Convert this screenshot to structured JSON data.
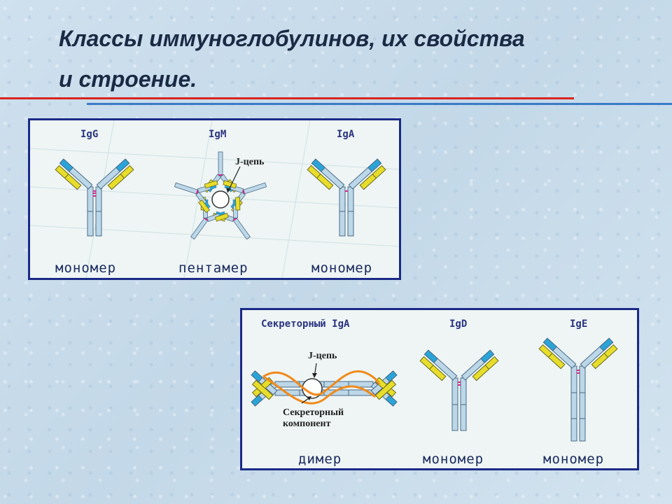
{
  "title": {
    "line1": "Классы иммуноглобулинов, их свойства",
    "line2": "и строение."
  },
  "colors": {
    "red_rule": "#d9241e",
    "blue_rule": "#3a7bc8",
    "panel_border": "#1b2a86",
    "heavy_chain": "#bcd7e8",
    "variable_blue": "#2aa4d8",
    "light_chain": "#e7dd2a",
    "disulfide": "#e0208a",
    "secretory_component": "#f08a1c"
  },
  "panel_top": {
    "labels": [
      "IgG",
      "IgM",
      "IgA"
    ],
    "types": [
      "мономер",
      "пентамер",
      "мономер"
    ],
    "j_chain": "J-цепь"
  },
  "panel_bottom": {
    "labels": [
      "Секреторный IgA",
      "IgD",
      "IgE"
    ],
    "types": [
      "димер",
      "мономер",
      "мономер"
    ],
    "j_chain": "J-цепь",
    "secretory_line1": "Секреторный",
    "secretory_line2": "компонент"
  }
}
